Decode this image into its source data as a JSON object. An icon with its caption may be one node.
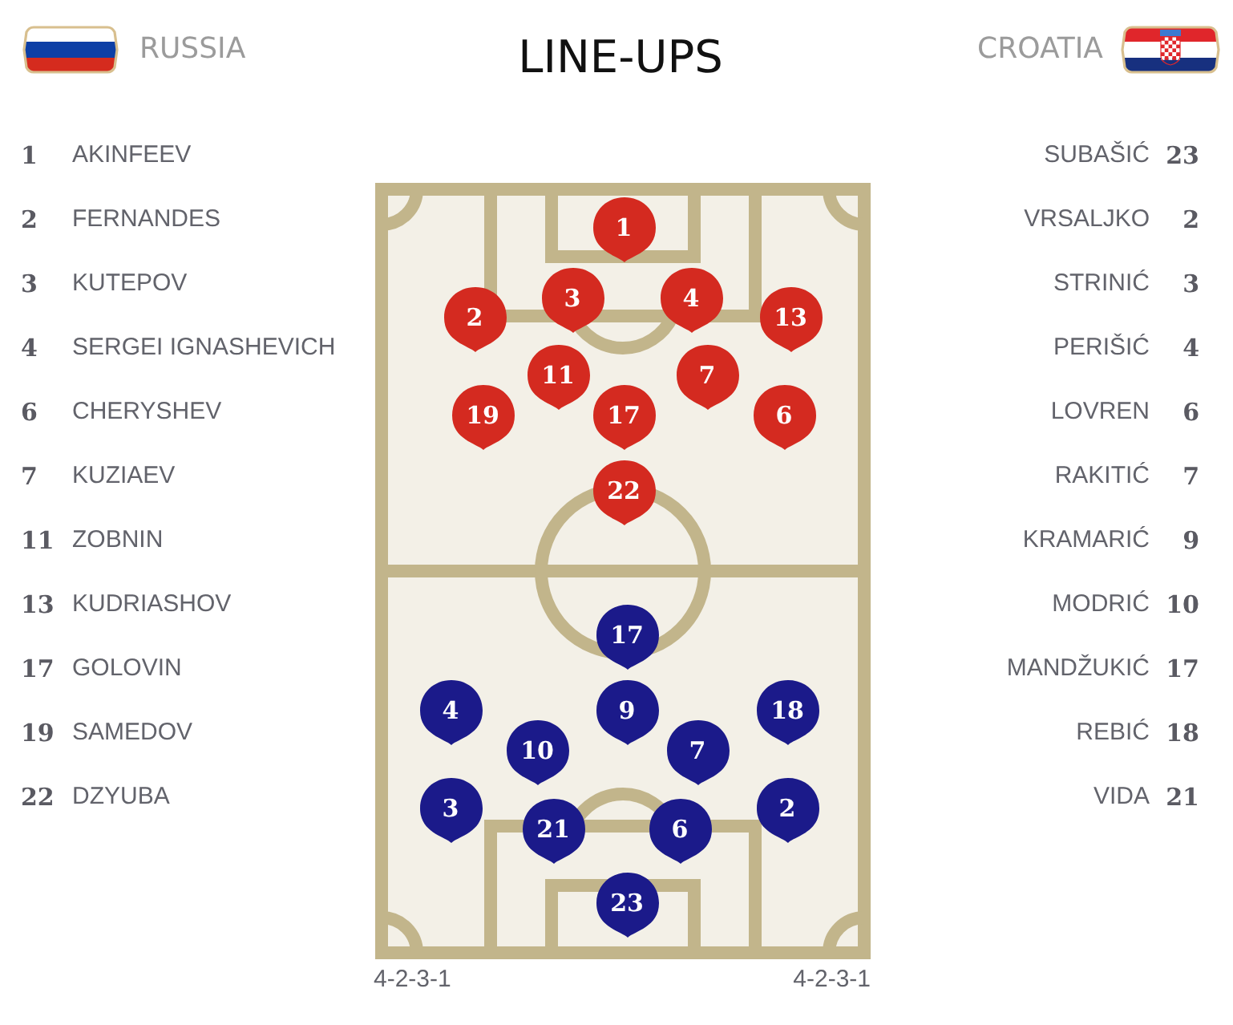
{
  "diagram": {
    "title": "LINE-UPS",
    "nodes": [
      {
        "text": [
          "1"
        ]
      },
      {
        "text": [
          "2"
        ]
      },
      {
        "text": [
          "3"
        ]
      },
      {
        "text": [
          "4"
        ]
      },
      {
        "text": [
          "13"
        ]
      },
      {
        "text": [
          "11"
        ]
      },
      {
        "text": [
          "7"
        ]
      },
      {
        "text": [
          "19"
        ]
      },
      {
        "text": [
          "17"
        ]
      },
      {
        "text": [
          "6"
        ]
      },
      {
        "text": [
          "22"
        ]
      },
      {
        "text": [
          "17"
        ]
      },
      {
        "text": [
          "4"
        ]
      },
      {
        "text": [
          "9"
        ]
      },
      {
        "text": [
          "18"
        ]
      },
      {
        "text": [
          "10"
        ]
      },
      {
        "text": [
          "7"
        ]
      },
      {
        "text": [
          "3"
        ]
      },
      {
        "text": [
          "21"
        ]
      },
      {
        "text": [
          "6"
        ]
      },
      {
        "text": [
          "2"
        ]
      },
      {
        "text": [
          "23"
        ]
      }
    ],
    "labels": [
      "RUSSIA",
      "CROATIA",
      "1",
      "AKINFEEV",
      "2",
      "FERNANDES",
      "3",
      "KUTEPOV",
      "4",
      "SERGEI IGNASHEVICH",
      "6",
      "CHERYSHEV",
      "7",
      "KUZIAEV",
      "11",
      "ZOBNIN",
      "13",
      "KUDRIASHOV",
      "17",
      "GOLOVIN",
      "19",
      "SAMEDOV",
      "22",
      "DZYUBA",
      "SUBAŠIĆ",
      "23",
      "VRSALJKO",
      "2",
      "STRINIĆ",
      "3",
      "PERIŠIĆ",
      "4",
      "LOVREN",
      "6",
      "RAKITIĆ",
      "7",
      "KRAMARIĆ",
      "9",
      "MODRIĆ",
      "10",
      "MANDŽUKIĆ",
      "17",
      "REBIĆ",
      "18",
      "VIDA",
      "21",
      "4-2-3-1",
      "4-2-3-1"
    ]
  }
}
